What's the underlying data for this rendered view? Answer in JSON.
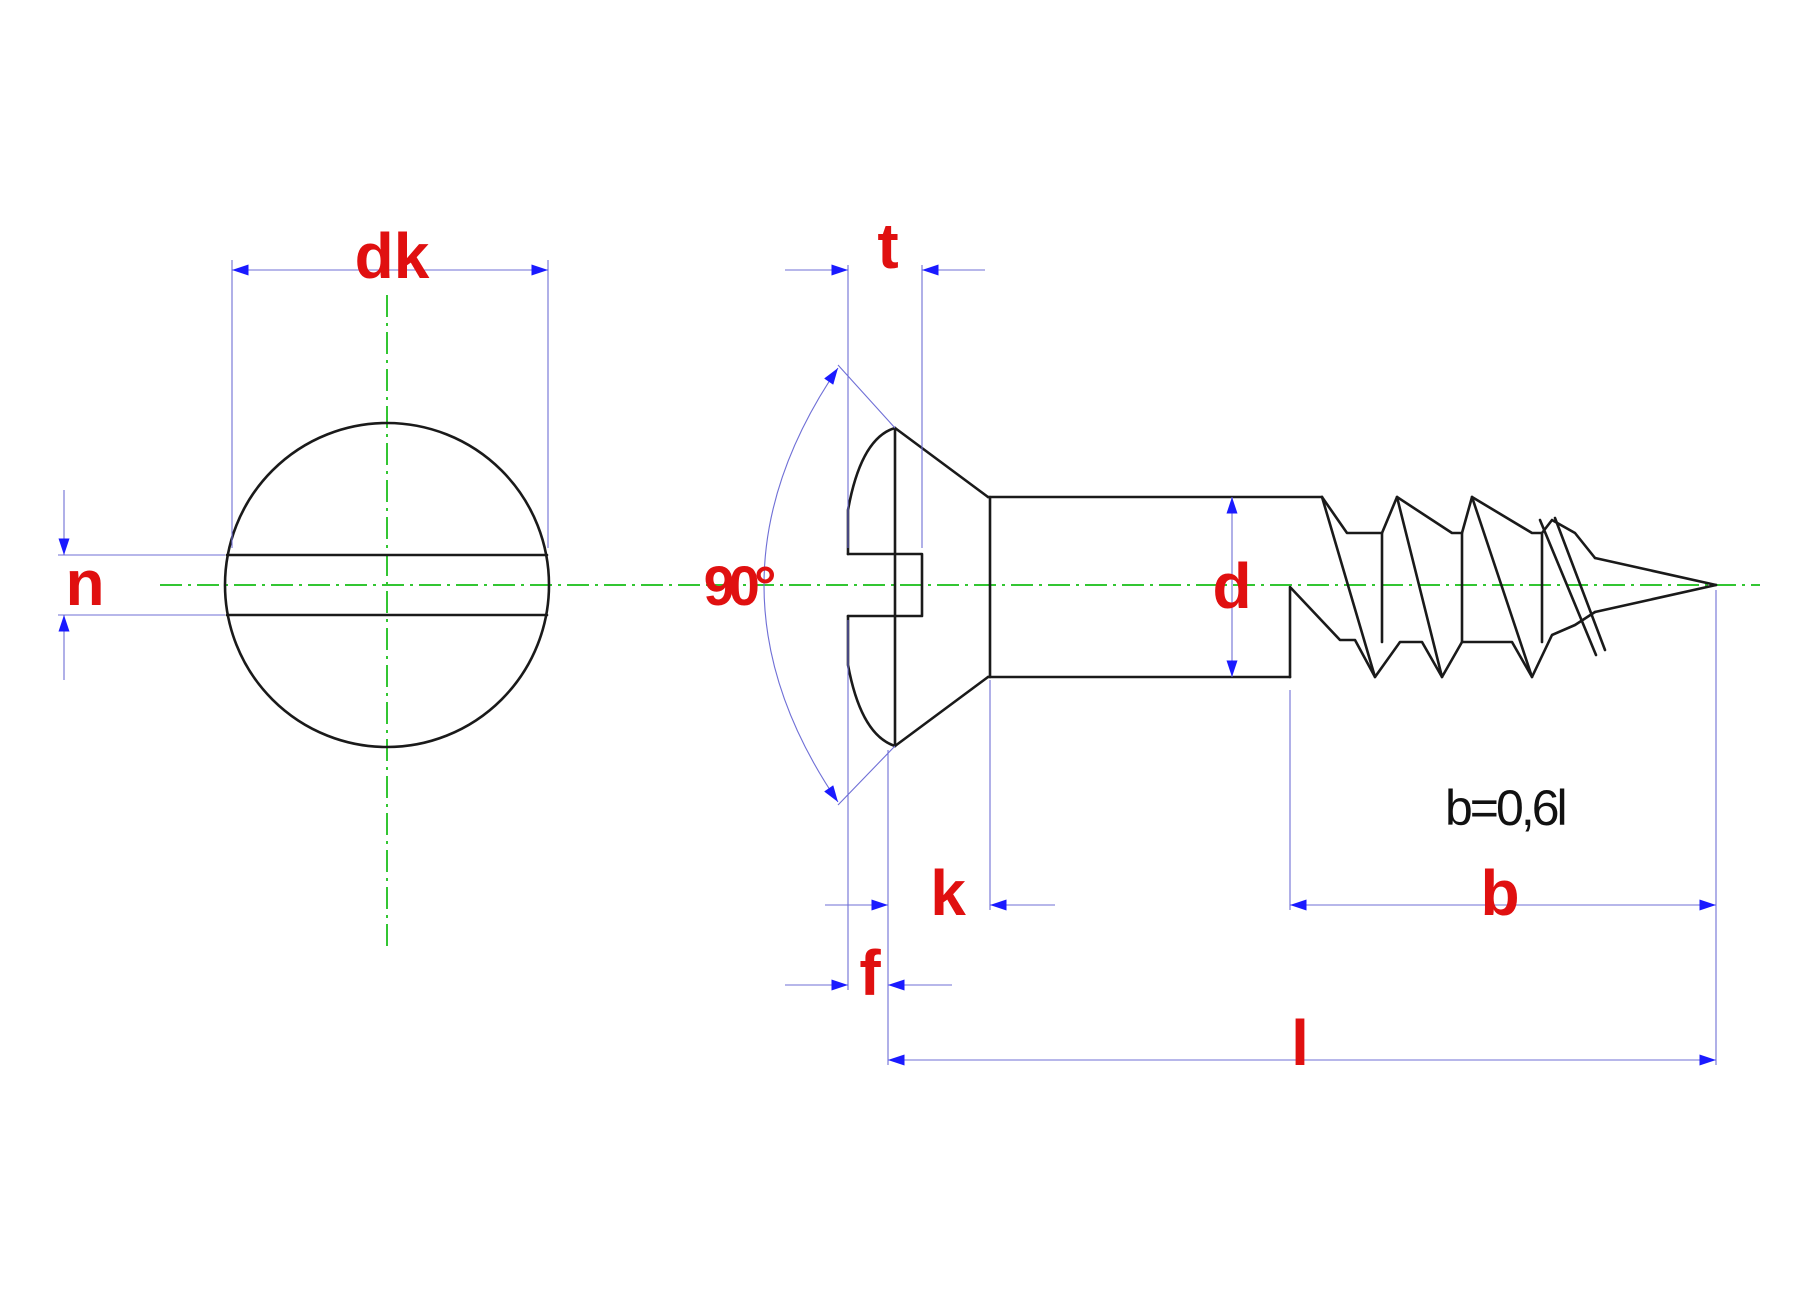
{
  "labels": {
    "dk": "dk",
    "t": "t",
    "n": "n",
    "angle": "90°",
    "d": "d",
    "k": "k",
    "f": "f",
    "b": "b",
    "l": "l"
  },
  "note": "b=0,6l",
  "colors": {
    "outline": "#1a1a1a",
    "dimension_line": "#6f6fd6",
    "arrow": "#1a1aff",
    "label": "#e01010",
    "centerline": "#33c633",
    "background": "#ffffff"
  }
}
